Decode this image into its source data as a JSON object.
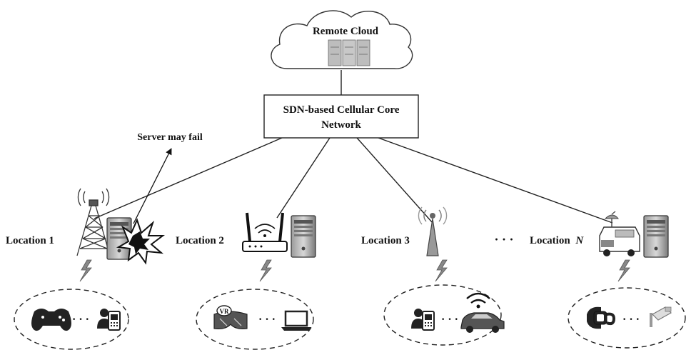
{
  "cloud": {
    "label": "Remote Cloud"
  },
  "core": {
    "line1": "SDN-based Cellular Core",
    "line2": "Network"
  },
  "annotation": {
    "text": "Server may fail"
  },
  "locations": [
    {
      "label": "Location 1",
      "base_station": "cell-tower",
      "devices": [
        "game-controller",
        "mobile-user"
      ]
    },
    {
      "label": "Location 2",
      "base_station": "wifi-router",
      "devices": [
        "vr-headset",
        "laptop"
      ]
    },
    {
      "label": "Location 3",
      "base_station": "small-cell-antenna",
      "devices": [
        "mobile-user",
        "connected-car"
      ]
    },
    {
      "label": "Location",
      "label_suffix": "N",
      "base_station": "satellite-van",
      "devices": [
        "smart-watch",
        "security-camera"
      ]
    }
  ],
  "ellipsis": "· · ·",
  "device_ellipsis": "· · ·",
  "vr_badge": "VR"
}
